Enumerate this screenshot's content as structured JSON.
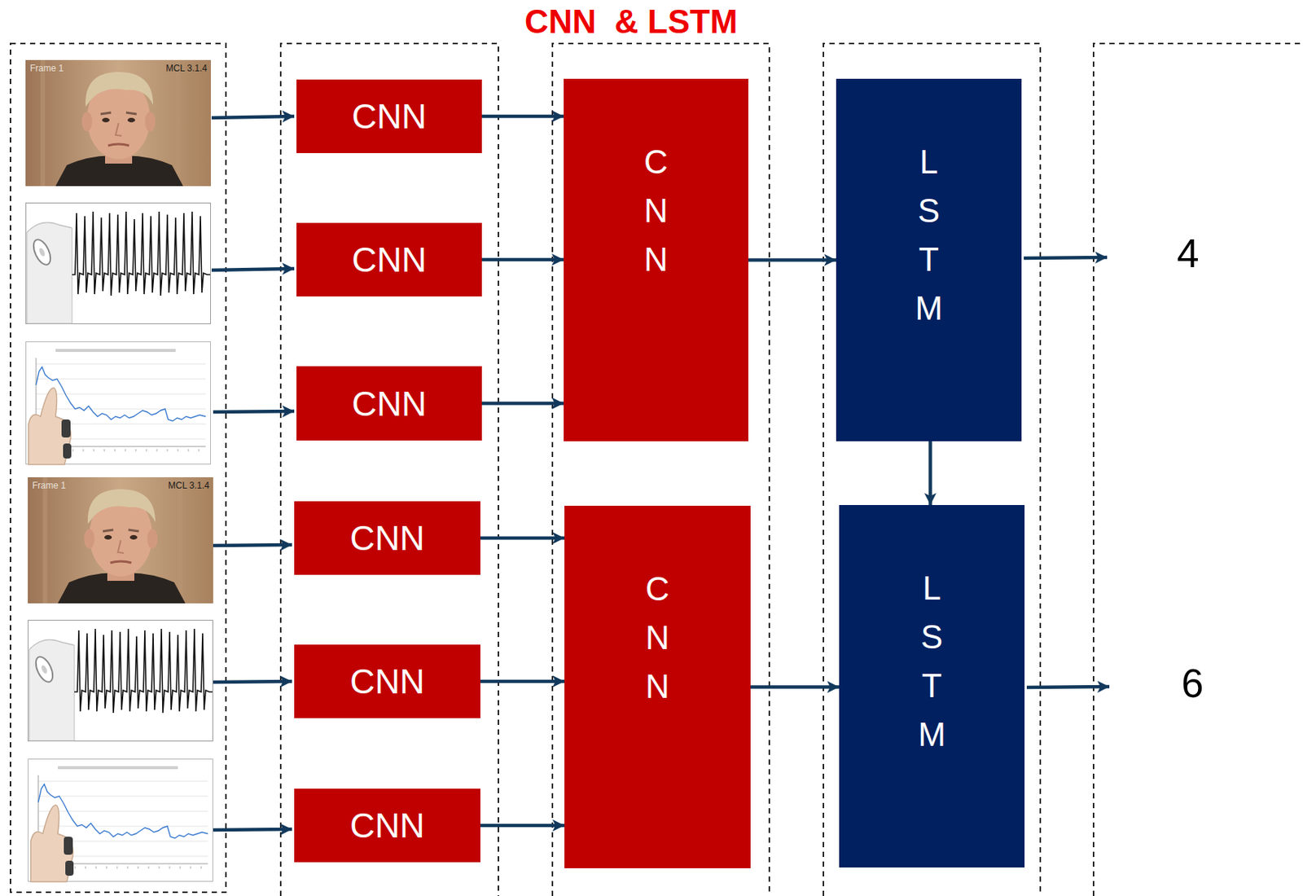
{
  "diagram": {
    "title": "CNN  & LSTM",
    "nodes": [
      {
        "text": [
          "CNN"
        ]
      },
      {
        "text": [
          "CNN"
        ]
      },
      {
        "text": [
          "CNN"
        ]
      },
      {
        "text": [
          "CNN"
        ]
      },
      {
        "text": [
          "CNN"
        ]
      },
      {
        "text": [
          "CNN"
        ]
      },
      {
        "text": [
          "C N N"
        ]
      },
      {
        "text": [
          "C N N"
        ]
      },
      {
        "text": [
          "L S T M"
        ]
      },
      {
        "text": [
          "L S T M"
        ]
      }
    ],
    "edges": [
      {
        "from": 0,
        "to": 6,
        "arrow": "to"
      },
      {
        "from": 1,
        "to": 6,
        "arrow": "to"
      },
      {
        "from": 2,
        "to": 6,
        "arrow": "to"
      },
      {
        "from": 3,
        "to": 7,
        "arrow": "to"
      },
      {
        "from": 4,
        "to": 7,
        "arrow": "to"
      },
      {
        "from": 5,
        "to": 7,
        "arrow": "to"
      },
      {
        "from": 6,
        "to": 8,
        "arrow": "to"
      },
      {
        "from": 7,
        "to": 9,
        "arrow": "to"
      },
      {
        "from": 8,
        "to": 9,
        "arrow": "to"
      }
    ],
    "labels": [
      "Frame 1",
      "MCL 3.1.4",
      "4",
      "Frame 1",
      "MCL 3.1.4",
      "6"
    ]
  }
}
